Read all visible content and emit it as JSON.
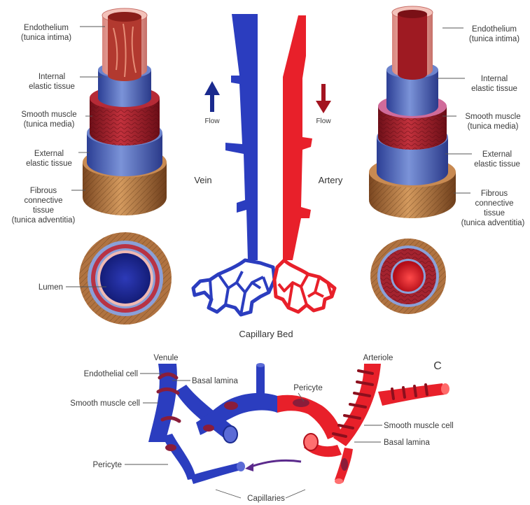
{
  "vein_labels": {
    "endothelium": [
      "Endothelium",
      "(tunica intima)"
    ],
    "internal_elastic": [
      "Internal",
      "elastic tissue"
    ],
    "smooth_muscle": [
      "Smooth muscle",
      "(tunica media)"
    ],
    "external_elastic": [
      "External",
      "elastic tissue"
    ],
    "fibrous": [
      "Fibrous",
      "connective",
      "tissue",
      "(tunica adventitia)"
    ],
    "lumen": "Lumen"
  },
  "artery_labels": {
    "endothelium": [
      "Endothelium",
      "(tunica intima)"
    ],
    "internal_elastic": [
      "Internal",
      "elastic tissue"
    ],
    "smooth_muscle": [
      "Smooth muscle",
      "(tunica media)"
    ],
    "external_elastic": [
      "External",
      "elastic tissue"
    ],
    "fibrous": [
      "Fibrous",
      "connective",
      "tissue",
      "(tunica adventitia)"
    ]
  },
  "center": {
    "flow_left": "Flow",
    "flow_right": "Flow",
    "vein": "Vein",
    "artery": "Artery",
    "capillary_bed": "Capillary Bed"
  },
  "micro": {
    "venule": "Venule",
    "arteriole": "Arteriole",
    "panel_letter": "C",
    "endothelial_cell": "Endothelial cell",
    "basal_lamina_left": "Basal lamina",
    "smooth_muscle_left": "Smooth muscle cell",
    "pericyte_left": "Pericyte",
    "pericyte_top": "Pericyte",
    "smooth_muscle_right": "Smooth muscle cell",
    "basal_lamina_right": "Basal lamina",
    "capillaries": "Capillaries"
  },
  "colors": {
    "vein_blue": "#2b3dbf",
    "artery_red": "#e8202a",
    "elastic_blue": "#4a63b8",
    "muscle_red": "#a51f2c",
    "adventitia_brown": "#b0703a",
    "intima_pink": "#f1b8b0"
  }
}
